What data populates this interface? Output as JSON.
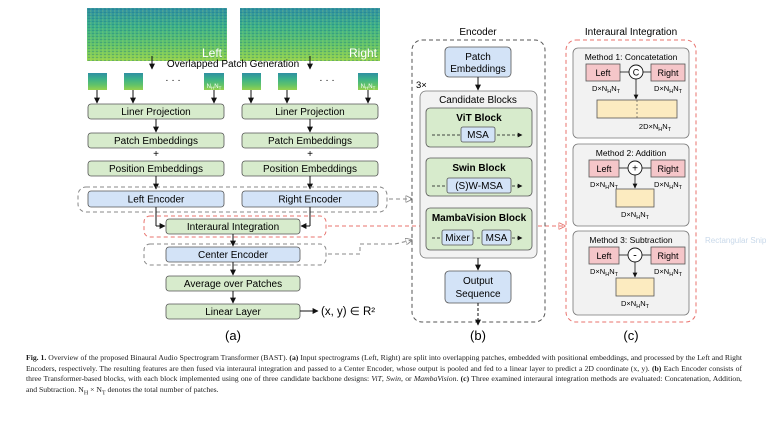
{
  "spectrogram_labels": {
    "left": "Left",
    "right": "Right"
  },
  "overlapped_patch_generation": "Overlapped Patch Generation",
  "ellipsis": "· · ·",
  "patch_index_label": "NHNT",
  "pipeline_a": {
    "liner_projection": "Liner Projection",
    "patch_embeddings": "Patch Embeddings",
    "plus": "+",
    "position_embeddings": "Position Embeddings",
    "left_encoder": "Left Encoder",
    "right_encoder": "Right Encoder",
    "interaural_integration": "Interaural Integration",
    "center_encoder": "Center Encoder",
    "average_over_patches": "Average over Patches",
    "linear_layer": "Linear Layer",
    "output_coord": "(x, y) ∈ R²"
  },
  "encoder_panel": {
    "title": "Encoder",
    "patch_embeddings": "Patch Embeddings",
    "repeat": "3×",
    "candidate_blocks": "Candidate Blocks",
    "vit_title": "ViT Block",
    "msa": "MSA",
    "swin_title": "Swin Block",
    "swmsa": "(S)W-MSA",
    "mamba_title": "MambaVision Block",
    "mixer": "Mixer",
    "output_sequence": "Output Sequence"
  },
  "integration_panel": {
    "title": "Interaural Integration",
    "method1": "Method 1:  Concatetation",
    "method2": "Method 2:  Addition",
    "method3": "Method 3:  Subtraction",
    "left": "Left",
    "right": "Right",
    "dim": "D×NHNT",
    "concat_dim": "2D×NHNT",
    "concat_op": "C",
    "add_op": "+",
    "sub_op": "-",
    "ghost_label": "Rectangular Snip"
  },
  "panel_labels": {
    "a": "(a)",
    "b": "(b)",
    "c": "(c)"
  },
  "caption": {
    "fig_label": "Fig. 1.",
    "intro": " Overview of the proposed Binaural Audio Spectrogram Transformer (BAST). ",
    "a_label": "(a)",
    "a_text": " Input spectrograms (Left, Right) are split into overlapping patches, embedded with positional embeddings, and processed by the Left and Right Encoders, respectively. The resulting features are then fused via interaural integration and passed to a Center Encoder, whose output is pooled and fed to a linear layer to predict a 2D coordinate (x, y). ",
    "b_label": "(b)",
    "b_text": " Each Encoder consists of three Transformer-based blocks, with each block implemented using one of three candidate backbone designs: ",
    "vit": "ViT",
    "sep1": ", ",
    "swin": "Swin",
    "sep2": ", or ",
    "mamba": "MambaVision",
    "sep3": ". ",
    "c_label": "(c)",
    "c_text": " Three examined interaural integration methods are evaluated: Concatenation, Addition, and Subtraction. N",
    "c_text_end": " denotes the total number of patches."
  },
  "colors": {
    "green_box": "#d7ebcc",
    "blue_box": "#d3e3f7",
    "pink_box": "#f5c6c9",
    "yellow_box": "#fcebc0",
    "panel_gray": "#f2f2f2",
    "dashed_red": "#e8736e",
    "spectrogram": "#3aa584"
  }
}
